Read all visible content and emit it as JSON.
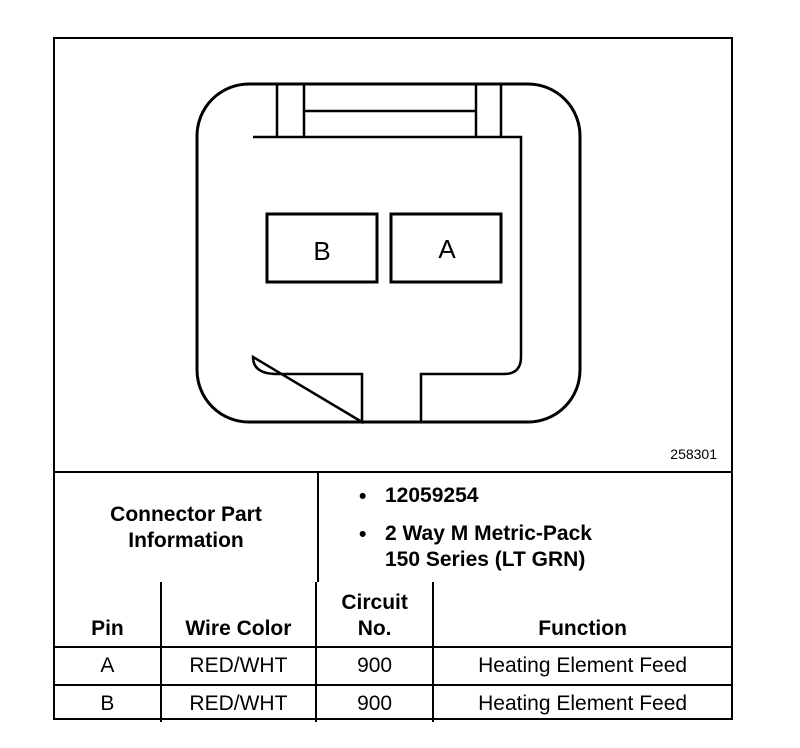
{
  "diagram": {
    "cavity_labels": {
      "b": "B",
      "a": "A"
    },
    "figure_number": "258301"
  },
  "connector_info": {
    "label_line1": "Connector Part",
    "label_line2": "Information",
    "part_number": "12059254",
    "description_line1": "2 Way M Metric-Pack",
    "description_line2": "150 Series (LT GRN)"
  },
  "table": {
    "headers": {
      "pin": "Pin",
      "wire_color": "Wire Color",
      "circuit_line1": "Circuit",
      "circuit_line2": "No.",
      "function": "Function"
    },
    "rows": [
      {
        "pin": "A",
        "wire_color": "RED/WHT",
        "circuit": "900",
        "function": "Heating Element Feed"
      },
      {
        "pin": "B",
        "wire_color": "RED/WHT",
        "circuit": "900",
        "function": "Heating Element Feed"
      }
    ]
  }
}
